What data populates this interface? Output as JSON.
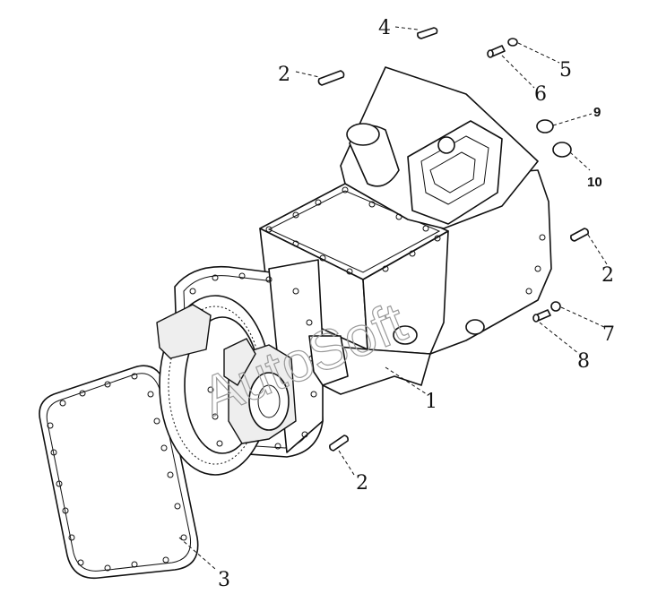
{
  "watermark": "AutoSoft",
  "callouts": [
    {
      "id": "callout-1",
      "text": "1"
    },
    {
      "id": "callout-2-top",
      "text": "2"
    },
    {
      "id": "callout-2-right",
      "text": "2"
    },
    {
      "id": "callout-2-bottom",
      "text": "2"
    },
    {
      "id": "callout-3",
      "text": "3"
    },
    {
      "id": "callout-4",
      "text": "4"
    },
    {
      "id": "callout-5",
      "text": "5"
    },
    {
      "id": "callout-6",
      "text": "6"
    },
    {
      "id": "callout-7",
      "text": "7"
    },
    {
      "id": "callout-8",
      "text": "8"
    },
    {
      "id": "callout-9",
      "text": "9"
    },
    {
      "id": "callout-10",
      "text": "10"
    }
  ]
}
